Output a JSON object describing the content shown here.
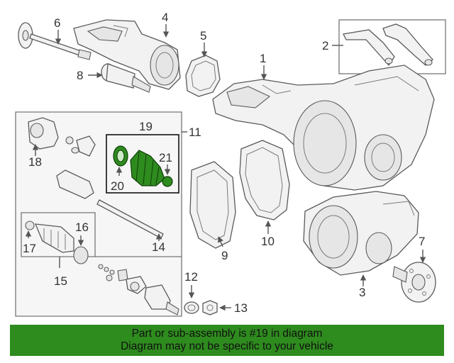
{
  "callouts": {
    "c1": "1",
    "c2": "2",
    "c3": "3",
    "c4": "4",
    "c5": "5",
    "c6": "6",
    "c7": "7",
    "c8": "8",
    "c9": "9",
    "c10": "10",
    "c11": "11",
    "c12": "12",
    "c13": "13",
    "c14": "14",
    "c15": "15",
    "c16": "16",
    "c17": "17",
    "c18": "18",
    "c19": "19",
    "c20": "20",
    "c21": "21"
  },
  "banner": {
    "line1": "Part or sub-assembly is #19 in diagram",
    "line2": "Diagram may not be specific to your vehicle"
  },
  "colors": {
    "highlight": "#2e8b1e",
    "banner_bg": "#2e8b1e"
  }
}
